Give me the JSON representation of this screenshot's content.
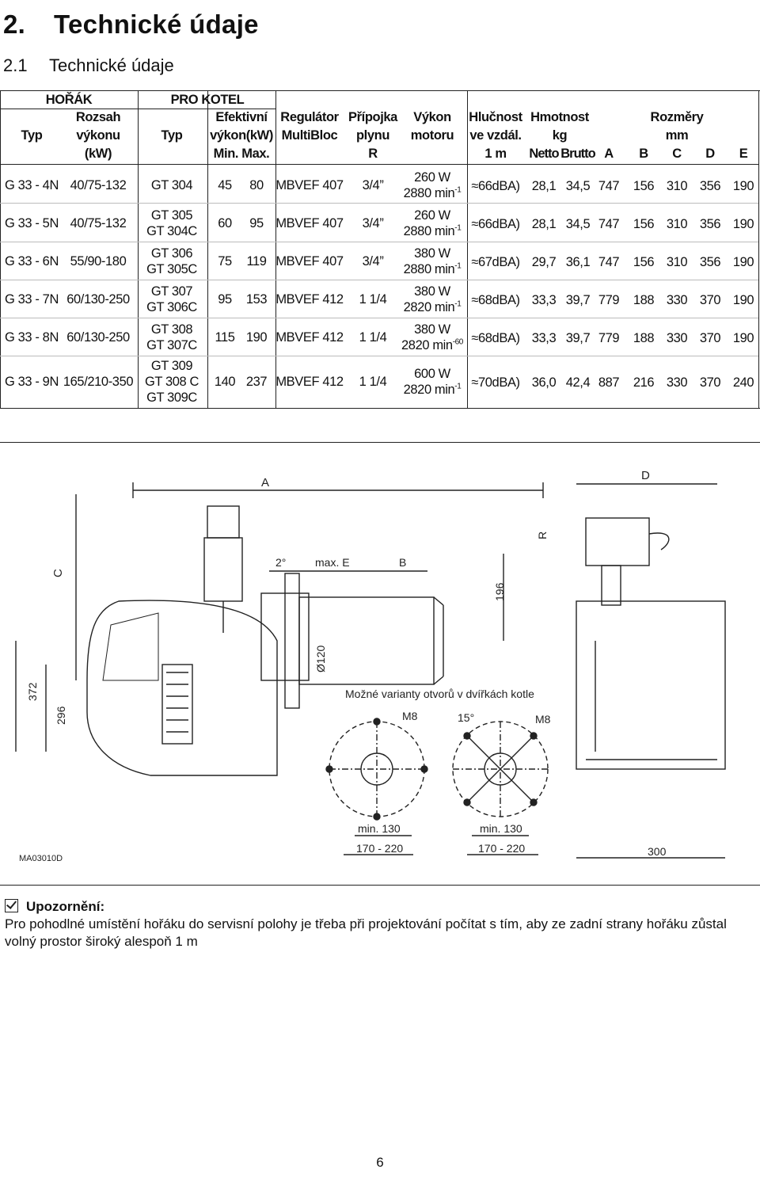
{
  "heading": {
    "number": "2.",
    "title": "Technické údaje"
  },
  "subheading": {
    "number": "2.1",
    "title": "Technické údaje"
  },
  "table": {
    "group_burner": "HOŘÁK",
    "group_boiler": "PRO KOTEL",
    "h_typ": "Typ",
    "h_range": [
      "Rozsah",
      "výkonu",
      "(kW)"
    ],
    "h_boiler_typ": "Typ",
    "h_eff": [
      "Efektivní",
      "výkon(kW)",
      "Min. Max."
    ],
    "h_reg": [
      "Regulátor",
      "MultiBloc"
    ],
    "h_gas": [
      "Přípojka",
      "plynu",
      "R"
    ],
    "h_motor": [
      "Výkon",
      "motoru"
    ],
    "h_noise": [
      "Hlučnost",
      "ve vzdál.",
      "1 m"
    ],
    "h_weight": [
      "Hmotnost",
      "kg"
    ],
    "h_netto": "Netto",
    "h_brutto": "Brutto",
    "h_dims": [
      "Rozměry",
      "mm"
    ],
    "dim_letters": [
      "A",
      "B",
      "C",
      "D",
      "E"
    ],
    "rows": [
      {
        "typ": "G 33 - 4N",
        "range": "40/75-132",
        "boiler": [
          "GT 304"
        ],
        "min": "45",
        "max": "80",
        "reg": "MBVEF 407",
        "gas": "3/4”",
        "motor_w": "260 W",
        "motor_rpm": "2880 min",
        "rpm_exp": "-1",
        "noise": "≈66dBA)",
        "netto": "28,1",
        "brutto": "34,5",
        "a": "747",
        "b": "156",
        "c": "310",
        "d": "356",
        "e": "190"
      },
      {
        "typ": "G 33 - 5N",
        "range": "40/75-132",
        "boiler": [
          "GT 305",
          "GT 304C"
        ],
        "min": "60",
        "max": "95",
        "reg": "MBVEF 407",
        "gas": "3/4”",
        "motor_w": "260 W",
        "motor_rpm": "2880 min",
        "rpm_exp": "-1",
        "noise": "≈66dBA)",
        "netto": "28,1",
        "brutto": "34,5",
        "a": "747",
        "b": "156",
        "c": "310",
        "d": "356",
        "e": "190"
      },
      {
        "typ": "G 33 - 6N",
        "range": "55/90-180",
        "boiler": [
          "GT 306",
          "GT 305C"
        ],
        "min": "75",
        "max": "119",
        "reg": "MBVEF 407",
        "gas": "3/4”",
        "motor_w": "380 W",
        "motor_rpm": "2880 min",
        "rpm_exp": "-1",
        "noise": "≈67dBA)",
        "netto": "29,7",
        "brutto": "36,1",
        "a": "747",
        "b": "156",
        "c": "310",
        "d": "356",
        "e": "190"
      },
      {
        "typ": "G 33 - 7N",
        "range": "60/130-250",
        "boiler": [
          "GT 307",
          "GT 306C"
        ],
        "min": "95",
        "max": "153",
        "reg": "MBVEF 412",
        "gas": "1 1/4",
        "motor_w": "380 W",
        "motor_rpm": "2820 min",
        "rpm_exp": "-1",
        "noise": "≈68dBA)",
        "netto": "33,3",
        "brutto": "39,7",
        "a": "779",
        "b": "188",
        "c": "330",
        "d": "370",
        "e": "190"
      },
      {
        "typ": "G 33 - 8N",
        "range": "60/130-250",
        "boiler": [
          "GT 308",
          "GT 307C"
        ],
        "min": "115",
        "max": "190",
        "reg": "MBVEF 412",
        "gas": "1 1/4",
        "motor_w": "380 W",
        "motor_rpm": "2820 min",
        "rpm_exp": "-60",
        "noise": "≈68dBA)",
        "netto": "33,3",
        "brutto": "39,7",
        "a": "779",
        "b": "188",
        "c": "330",
        "d": "370",
        "e": "190"
      },
      {
        "typ": "G 33 - 9N",
        "range": "165/210-350",
        "boiler": [
          "GT 309",
          "GT 308 C",
          "GT 309C"
        ],
        "min": "140",
        "max": "237",
        "reg": "MBVEF 412",
        "gas": "1 1/4",
        "motor_w": "600 W",
        "motor_rpm": "2820 min",
        "rpm_exp": "-1",
        "noise": "≈70dBA)",
        "netto": "36,0",
        "brutto": "42,4",
        "a": "887",
        "b": "216",
        "c": "330",
        "d": "370",
        "e": "240"
      }
    ]
  },
  "drawing": {
    "label_A": "A",
    "label_D": "D",
    "label_R": "R",
    "label_C": "C",
    "label_B": "B",
    "label_angle": "2°",
    "label_maxE": "max. E",
    "dim_196": "196",
    "dim_120": "Ø120",
    "dim_372": "372",
    "dim_296": "296",
    "variants_title": "Možné varianty otvorů v dvířkách kotle",
    "m8_left": "M8",
    "m8_right": "M8",
    "angle_15": "15°",
    "min130_left": "min. 130",
    "min130_right": "min. 130",
    "range_left": "170 - 220",
    "range_right": "170 - 220",
    "dim_300": "300",
    "code": "MA03010D"
  },
  "note": {
    "title": "Upozornění:",
    "text": "Pro pohodlné umístění hořáku do servisní polohy je třeba při projektování počítat s tím, aby ze zadní strany hořáku zůstal volný prostor široký alespoň 1 m"
  },
  "page_number": "6"
}
